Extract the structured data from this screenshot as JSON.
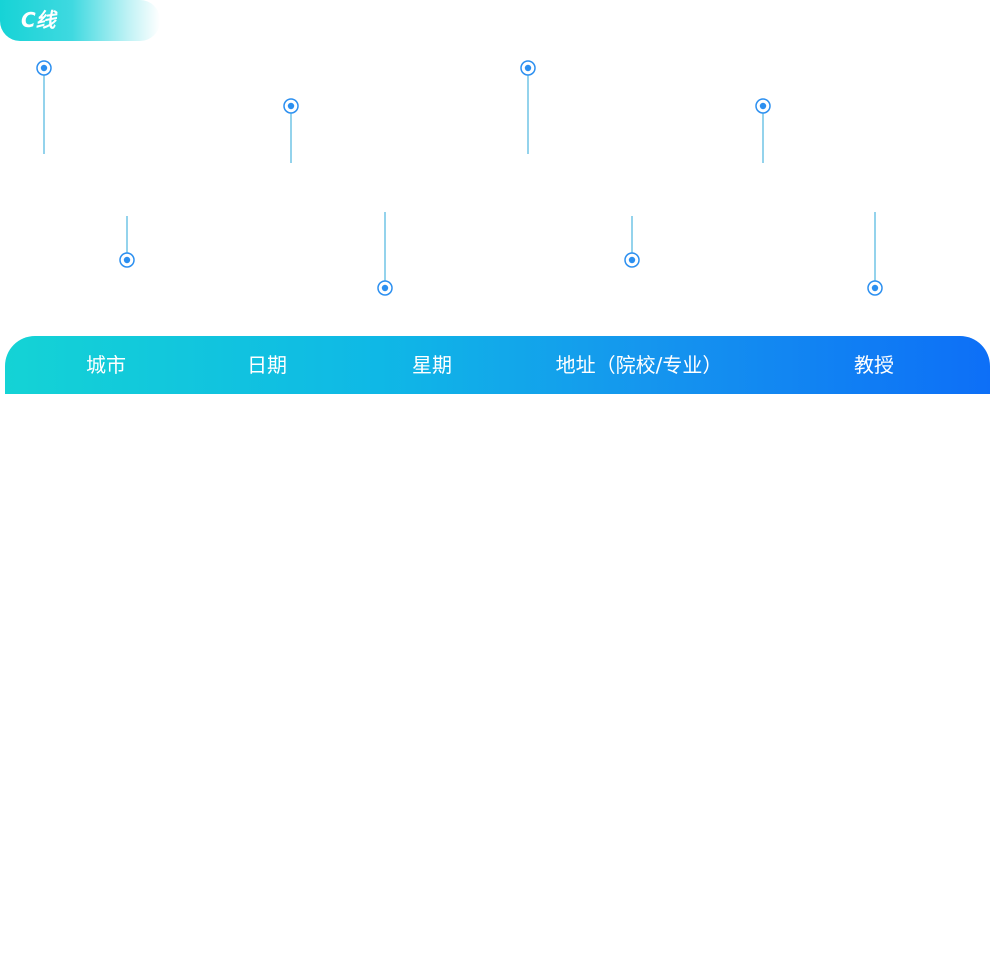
{
  "badge": {
    "label": "C线",
    "color_start": "#16d3d6"
  },
  "timeline": {
    "accent_color": "#2b8ff0",
    "stem_color": "#2aa7d8",
    "node_count": 8
  },
  "table_header": {
    "columns": [
      "城市",
      "日期",
      "星期",
      "地址（院校/专业）",
      "教授"
    ],
    "gradient_start": "#14d3d5",
    "gradient_end": "#0d6ff7"
  }
}
